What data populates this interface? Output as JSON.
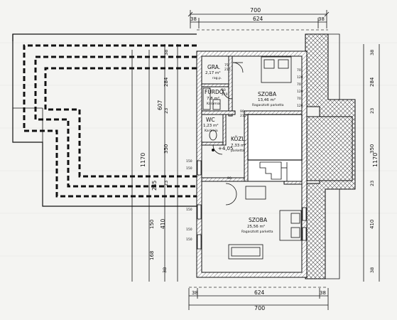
{
  "dims": {
    "top_total": "700",
    "top_segments": [
      "38",
      "624",
      "38"
    ],
    "bottom_total": "700",
    "bottom_segments": [
      "38",
      "624",
      "38"
    ],
    "left_outer": "1170",
    "left_mid": [
      "607",
      "245",
      "410"
    ],
    "left_inner": [
      "38",
      "284",
      "23",
      "350",
      "23",
      "150",
      "168",
      "38"
    ],
    "right_outer": "1170",
    "right_segments": [
      "38",
      "284",
      "23",
      "350",
      "23",
      "410",
      "38"
    ]
  },
  "rooms": {
    "gra": {
      "name": "GRA.",
      "area": "2,17 m²",
      "floor": "rag.p."
    },
    "furdo": {
      "name": "FÜRDŐ",
      "area": "7,8 m²",
      "floor": "Karámia"
    },
    "wc": {
      "name": "WC",
      "area": "1,23 m²",
      "floor": "Karámia"
    },
    "kozl": {
      "name": "KÖZL.",
      "area": "7,33 m²",
      "floor": "parketta"
    },
    "szoba_top": {
      "name": "SZOBA",
      "area": "13,46 m²",
      "floor": "Ragasztott parketta"
    },
    "szoba_bottom": {
      "name": "SZOBA",
      "area": "25,56 m²",
      "floor": "Ragasztott parketta"
    }
  },
  "annotations": {
    "level": "+4,05",
    "door_marks": [
      "75",
      "210",
      "60",
      "210",
      "90",
      "210",
      "90"
    ],
    "window_marks": [
      "150",
      "150",
      "150",
      "150",
      "150"
    ],
    "bed_marks": [
      "70",
      "120",
      "70",
      "120",
      "70",
      "120"
    ]
  }
}
